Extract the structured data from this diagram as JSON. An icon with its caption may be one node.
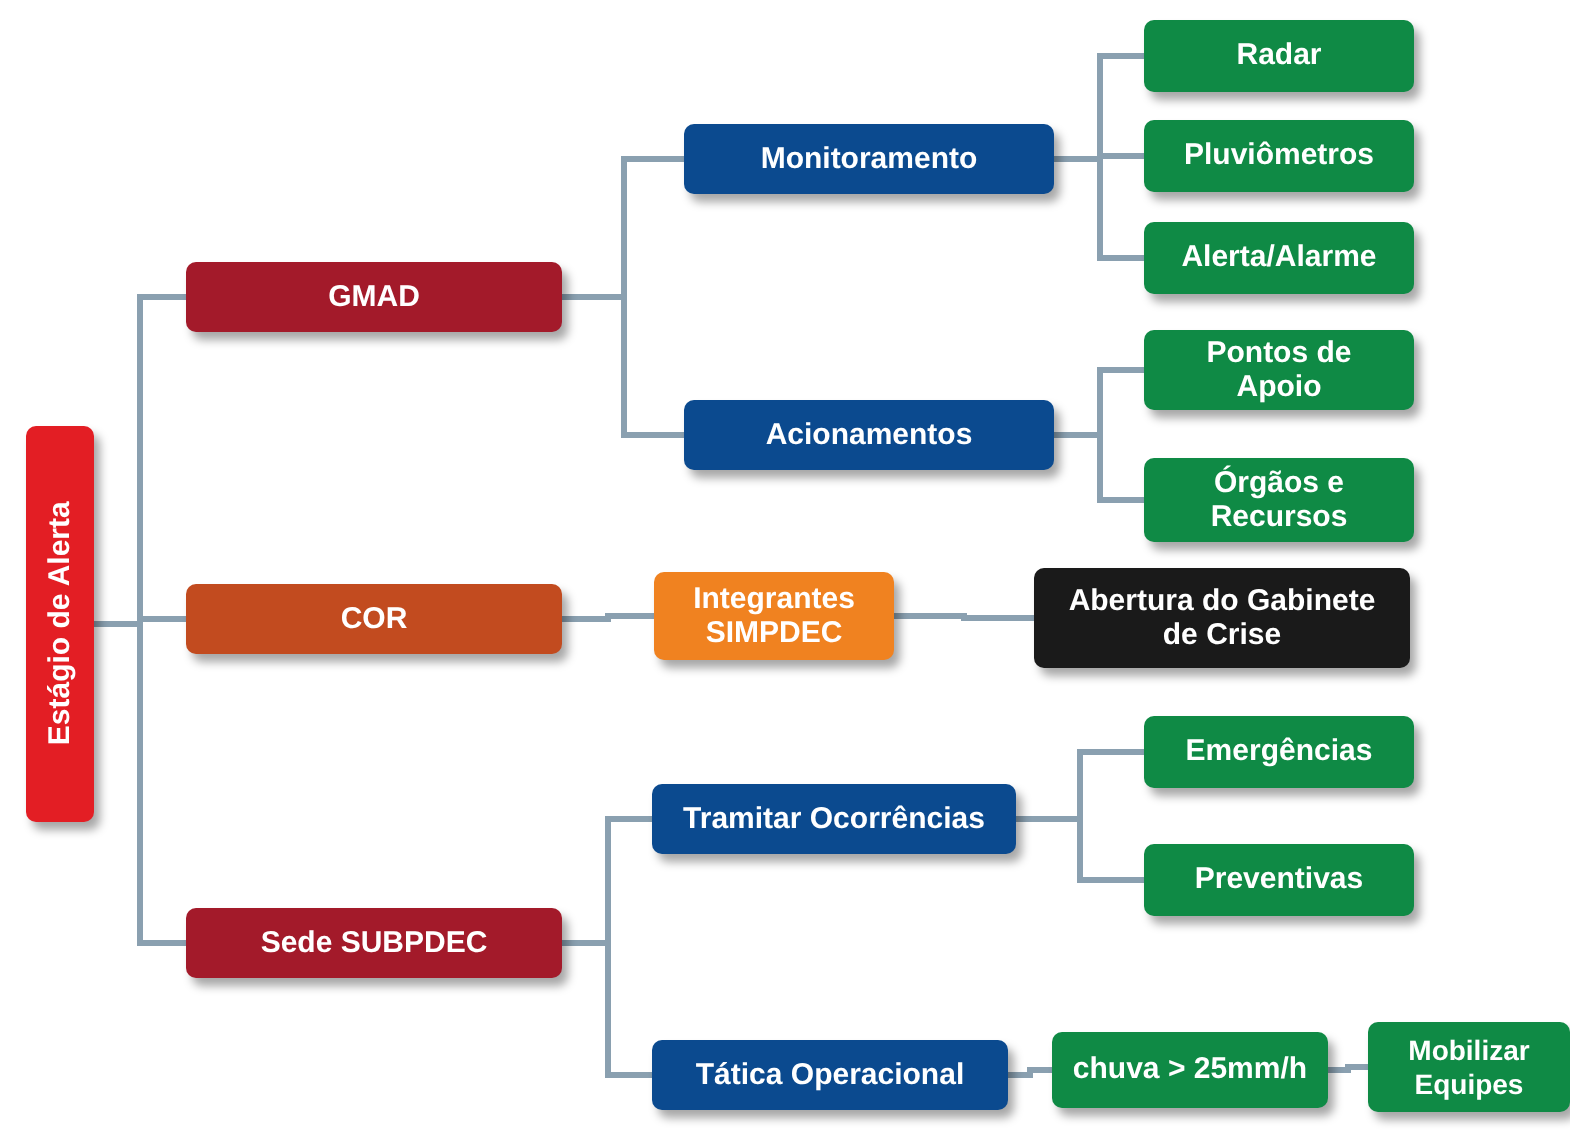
{
  "diagram": {
    "nodes": [
      {
        "text": [
          "Estágio de Alerta"
        ]
      },
      {
        "text": [
          "GMAD"
        ]
      },
      {
        "text": [
          "Monitoramento"
        ]
      },
      {
        "text": [
          "Radar"
        ]
      },
      {
        "text": [
          "Pluviômetros"
        ]
      },
      {
        "text": [
          "Alerta/Alarme"
        ]
      },
      {
        "text": [
          "Acionamentos"
        ]
      },
      {
        "text": [
          "Pontos de Apoio"
        ]
      },
      {
        "text": [
          "Órgãos e Recursos"
        ]
      },
      {
        "text": [
          "COR"
        ]
      },
      {
        "text": [
          "Integrantes SIMPDEC"
        ]
      },
      {
        "text": [
          "Abertura do Gabinete de Crise"
        ]
      },
      {
        "text": [
          "Sede SUBPDEC"
        ]
      },
      {
        "text": [
          "Tramitar Ocorrências"
        ]
      },
      {
        "text": [
          "Emergências"
        ]
      },
      {
        "text": [
          "Preventivas"
        ]
      },
      {
        "text": [
          "Tática Operacional"
        ]
      },
      {
        "text": [
          "chuva > 25mm/h"
        ]
      },
      {
        "text": [
          "Mobilizar Equipes"
        ]
      }
    ],
    "edges": [
      {
        "from": 0,
        "to": 1,
        "arrow": "none"
      },
      {
        "from": 0,
        "to": 9,
        "arrow": "none"
      },
      {
        "from": 0,
        "to": 12,
        "arrow": "none"
      },
      {
        "from": 1,
        "to": 2,
        "arrow": "none"
      },
      {
        "from": 1,
        "to": 6,
        "arrow": "none"
      },
      {
        "from": 2,
        "to": 3,
        "arrow": "none"
      },
      {
        "from": 2,
        "to": 4,
        "arrow": "none"
      },
      {
        "from": 2,
        "to": 5,
        "arrow": "none"
      },
      {
        "from": 6,
        "to": 7,
        "arrow": "none"
      },
      {
        "from": 6,
        "to": 8,
        "arrow": "none"
      },
      {
        "from": 9,
        "to": 10,
        "arrow": "none"
      },
      {
        "from": 10,
        "to": 11,
        "arrow": "none"
      },
      {
        "from": 12,
        "to": 13,
        "arrow": "none"
      },
      {
        "from": 12,
        "to": 16,
        "arrow": "none"
      },
      {
        "from": 13,
        "to": 14,
        "arrow": "none"
      },
      {
        "from": 13,
        "to": 15,
        "arrow": "none"
      },
      {
        "from": 16,
        "to": 17,
        "arrow": "none"
      },
      {
        "from": 17,
        "to": 18,
        "arrow": "none"
      }
    ]
  }
}
